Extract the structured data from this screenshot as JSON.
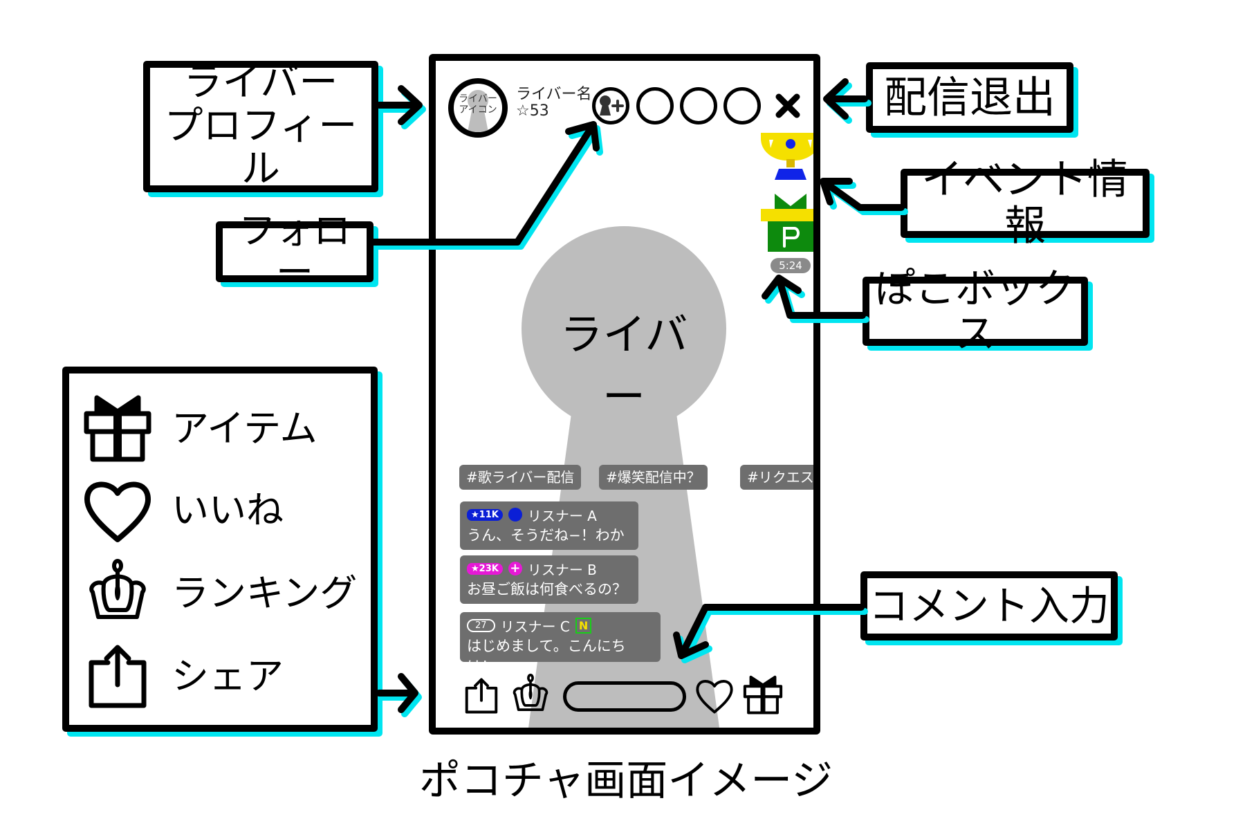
{
  "caption": "ポコチャ画面イメージ",
  "callouts": {
    "liver_profile": "ライバー\nプロフィール",
    "follow": "フォロー",
    "exit_stream": "配信退出",
    "event_info": "イベント情報",
    "poko_box": "ぽこボックス",
    "comment_input": "コメント入力"
  },
  "legend": {
    "items": [
      {
        "icon": "gift-icon",
        "label": "アイテム"
      },
      {
        "icon": "heart-icon",
        "label": "いいね"
      },
      {
        "icon": "crown-icon",
        "label": "ランキング"
      },
      {
        "icon": "share-icon",
        "label": "シェア"
      }
    ]
  },
  "phone": {
    "header": {
      "avatar_text": "ライバー\nアイコン",
      "liver_name": "ライバー名",
      "star_count": "☆53"
    },
    "liver_figure_label": "ライバー",
    "poko_box_timer": "5:24",
    "hashtags": [
      "#歌ライバー配信",
      "#爆笑配信中？",
      "#リクエスト"
    ],
    "comments": [
      {
        "badge": "★11K",
        "badge_color": "#0b1fd6",
        "user": "リスナー A",
        "text": "うん、そうだね−！わかる−"
      },
      {
        "badge": "★23K",
        "badge_color": "#e619d6",
        "user": "リスナー B",
        "text": "お昼ご飯は何食べるの？"
      },
      {
        "badge": "27",
        "badge_color": "#6e6e6e",
        "user": "リスナー C",
        "new_tag": "N",
        "text": "はじめまして。こんにちは！"
      }
    ],
    "colors": {
      "trophy": "#f5e000",
      "trophy_base": "#1024e8",
      "poko_box_green": "#0d8a0d",
      "poko_box_ribbon": "#f5e000",
      "figure_gray": "#bdbdbd",
      "chip_gray": "#6e6e6e",
      "accent_shadow": "#00e5f0"
    }
  }
}
